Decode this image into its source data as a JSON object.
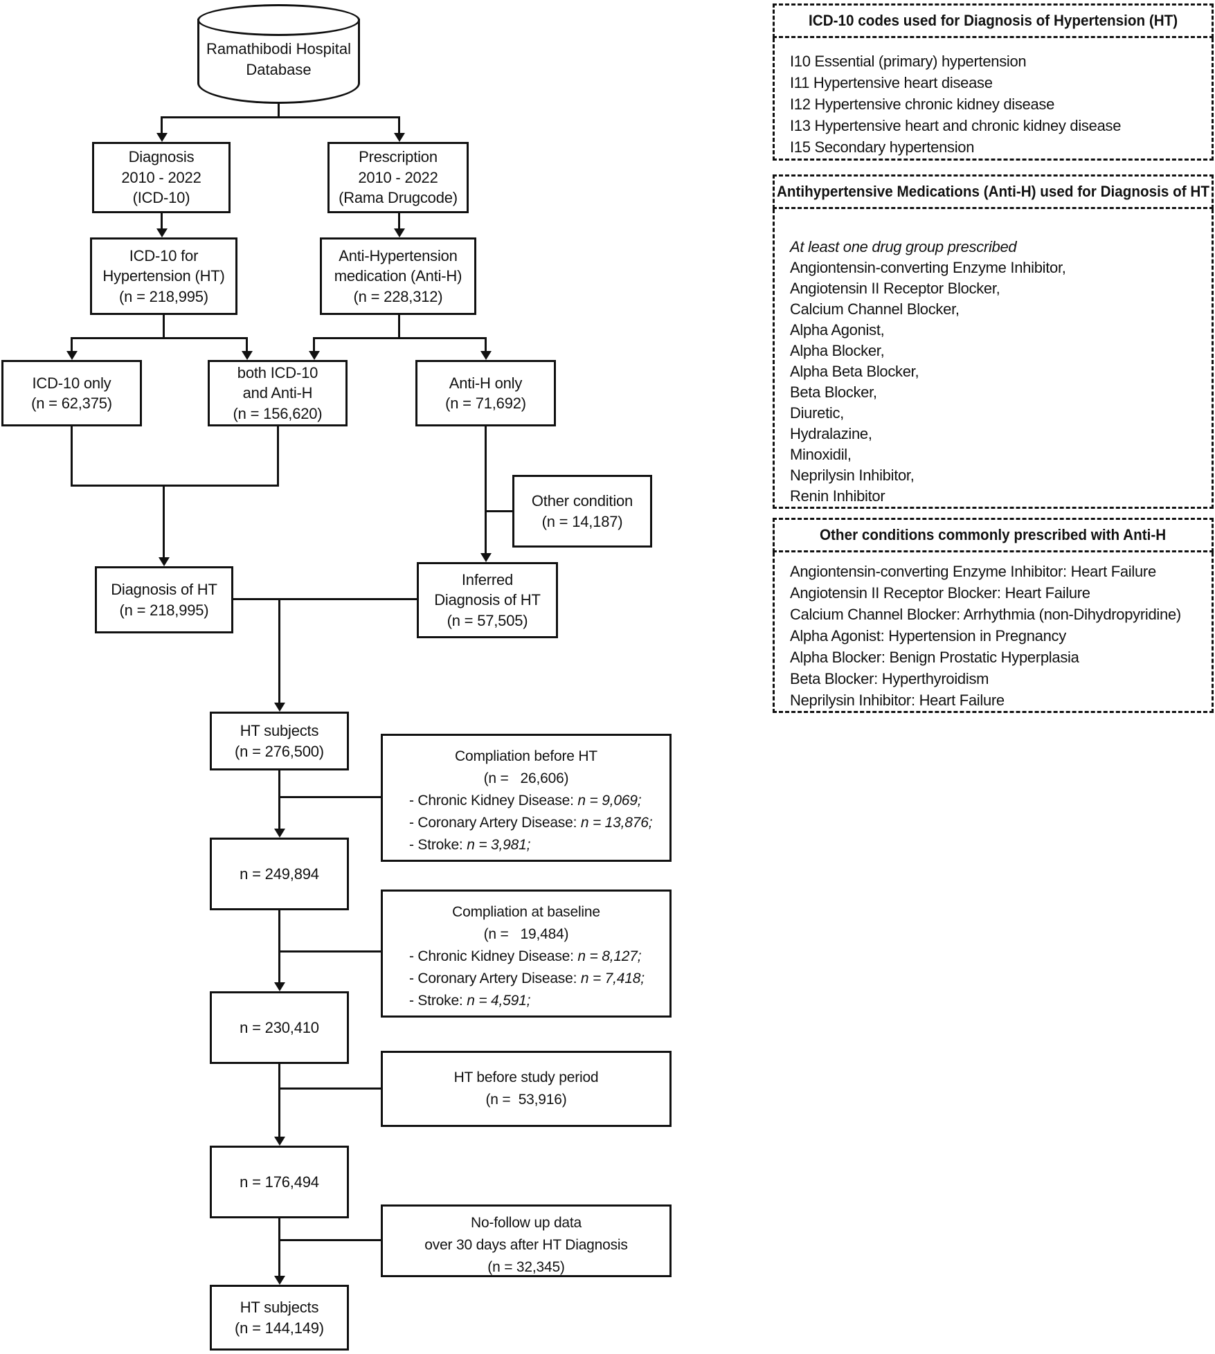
{
  "flow": {
    "database": "Ramathibodi Hospital\nDatabase",
    "diagnosis_source": "Diagnosis\n2010 - 2022\n(ICD-10)",
    "prescription_source": "Prescription\n2010 - 2022\n(Rama Drugcode)",
    "icd10_ht": "ICD-10 for\nHypertension (HT)\n(n = 218,995)",
    "antih_medication": "Anti-Hypertension\nmedication (Anti-H)\n(n = 228,312)",
    "icd10_only": "ICD-10 only\n(n = 62,375)",
    "both_icd10_antih": "both ICD-10\nand Anti-H\n(n = 156,620)",
    "antih_only": "Anti-H only\n(n = 71,692)",
    "other_condition": "Other condition\n(n =  14,187)",
    "diagnosis_ht": "Diagnosis of HT\n(n = 218,995)",
    "inferred_diagnosis_ht": "Inferred\nDiagnosis of HT\n(n = 57,505)",
    "ht_subjects": "HT subjects\n(n =  276,500)",
    "n_after_before_ht": "n = 249,894",
    "n_after_baseline": "n = 230,410",
    "n_after_study_period": "n =  176,494",
    "ht_subjects_final": "HT subjects\n(n =  144,149)"
  },
  "exclusions": [
    {
      "title": "Compliation before HT",
      "n": "(n =   26,606)",
      "bullets": [
        {
          "label": "- Chronic Kidney Disease: ",
          "value": "n = 9,069;"
        },
        {
          "label": "- Coronary Artery Disease: ",
          "value": "n = 13,876;"
        },
        {
          "label": "- Stroke: ",
          "value": "n = 3,981;"
        }
      ]
    },
    {
      "title": "Compliation at baseline",
      "n": "(n =   19,484)",
      "bullets": [
        {
          "label": "- Chronic Kidney Disease: ",
          "value": "n = 8,127;"
        },
        {
          "label": "- Coronary Artery Disease: ",
          "value": "n = 7,418;"
        },
        {
          "label": "- Stroke: ",
          "value": "n = 4,591;"
        }
      ]
    },
    {
      "title": "HT before study period",
      "n": "(n =  53,916)"
    },
    {
      "title": "No-follow up data\nover 30 days after HT Diagnosis",
      "n": "(n = 32,345)"
    }
  ],
  "panels": [
    {
      "title": "ICD-10 codes used for Diagnosis of Hypertension (HT)",
      "items": [
        "I10 Essential (primary) hypertension",
        "I11 Hypertensive heart disease",
        "I12 Hypertensive chronic kidney disease",
        "I13 Hypertensive heart and chronic kidney disease",
        "I15 Secondary hypertension"
      ]
    },
    {
      "title": "Antihypertensive Medications (Anti-H) used for Diagnosis of HT",
      "intro": "At least one drug group prescribed",
      "items": [
        "Angiontensin-converting Enzyme Inhibitor,",
        "Angiotensin II Receptor Blocker,",
        "Calcium Channel Blocker,",
        "Alpha Agonist,",
        "Alpha Blocker,",
        "Alpha Beta Blocker,",
        "Beta Blocker,",
        "Diuretic,",
        "Hydralazine,",
        "Minoxidil,",
        "Neprilysin Inhibitor,",
        "Renin Inhibitor"
      ]
    },
    {
      "title": "Other conditions commonly prescribed with Anti-H",
      "items": [
        "Angiontensin-converting Enzyme Inhibitor: Heart Failure",
        "Angiotensin II Receptor Blocker: Heart Failure",
        "Calcium Channel Blocker: Arrhythmia (non-Dihydropyridine)",
        "Alpha Agonist: Hypertension in Pregnancy",
        "Alpha Blocker: Benign Prostatic Hyperplasia",
        "Beta Blocker: Hyperthyroidism",
        "Neprilysin Inhibitor: Heart Failure"
      ]
    }
  ]
}
